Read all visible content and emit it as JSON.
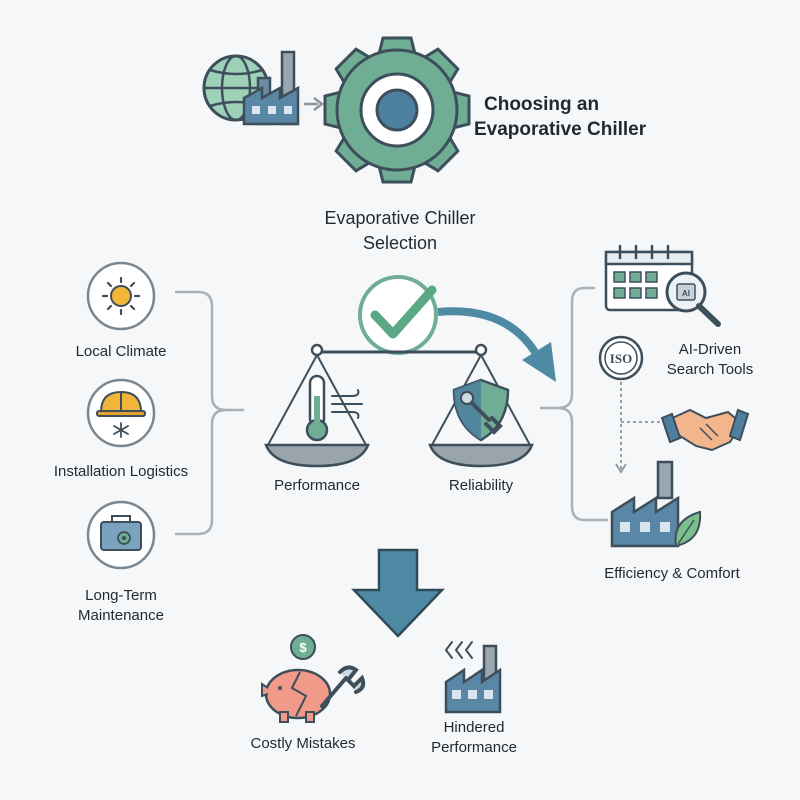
{
  "header": {
    "title_line1": "Choosing an",
    "title_line2": "Evaporative Chiller",
    "subtitle_line1": "Evaporative Chiller",
    "subtitle_line2": "Selection"
  },
  "factors": [
    {
      "label": "Local Climate",
      "icon": "sun-icon"
    },
    {
      "label": "Installation Logistics",
      "icon": "hardhat-icon"
    },
    {
      "label_line1": "Long-Term",
      "label_line2": "Maintenance",
      "icon": "toolbox-icon"
    }
  ],
  "balance": {
    "left_label": "Performance",
    "right_label": "Reliability"
  },
  "outcomes_right": {
    "ai_line1": "AI-Driven",
    "ai_line2": "Search Tools",
    "iso_text": "ISO",
    "chip_text": "AI",
    "efficiency": "Efficiency & Comfort"
  },
  "outcomes_bottom": {
    "costly": "Costly Mistakes",
    "coin_symbol": "$",
    "hindered_line1": "Hindered",
    "hindered_line2": "Performance"
  },
  "colors": {
    "teal": "#6fae95",
    "slate": "#3e4f5c",
    "steel_blue": "#4d7f9e",
    "arrow_blue": "#4e8aa4",
    "check_green": "#5aa886",
    "sun_yellow": "#f2b53a",
    "piggy": "#f29a8a",
    "leaf": "#7bbf8c",
    "line_gray": "#a8b1b8"
  }
}
